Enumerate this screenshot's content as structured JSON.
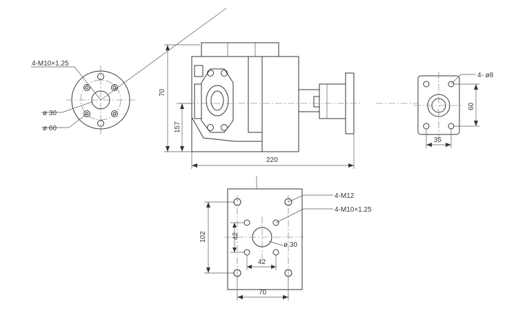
{
  "left_flange": {
    "thread_label": "4-M10×1.25",
    "bore_label": "ø 30",
    "pcd_label": "ø 60"
  },
  "side_view": {
    "height_label": "70",
    "center_height_label": "157",
    "length_label": "220"
  },
  "right_flange": {
    "hole_label": "4- ø8",
    "pitch_v_label": "60",
    "pitch_h_label": "35"
  },
  "bottom_view": {
    "outer_thread_label": "4-M12",
    "inner_thread_label": "4-M10×1.25",
    "bore_label": "ø 30",
    "height_label": "102",
    "inner_v_label": "42",
    "inner_h_label": "42",
    "outer_h_label": "70"
  }
}
